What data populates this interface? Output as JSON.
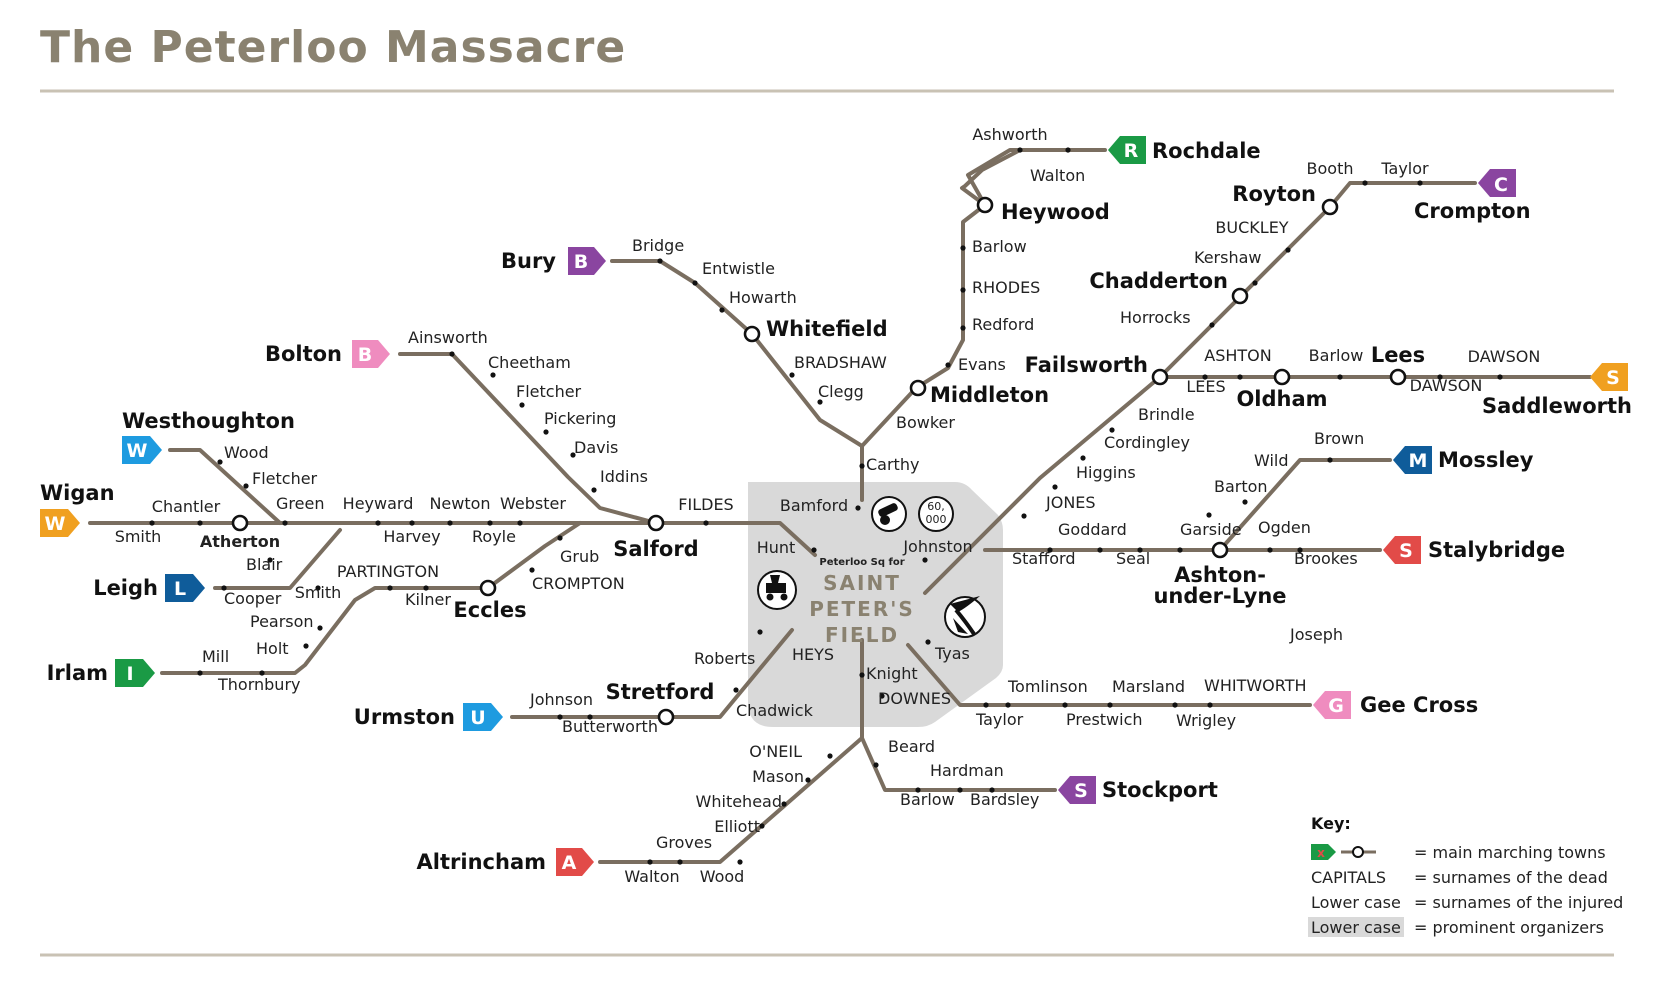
{
  "title": "The Peterloo Massacre",
  "colors": {
    "line": "#7a6e60",
    "rule": "#c9c2b4",
    "hub_area": "#d9d9d9",
    "hub_text": "#8a8270",
    "green": "#1a9a45",
    "purple": "#8a45a0",
    "pink": "#ef8cbf",
    "orange": "#f0a020",
    "light_blue": "#1e9be0",
    "navy": "#0f5c9a",
    "red": "#e24b48"
  },
  "hub": {
    "line1": "SAINT",
    "line2": "PETER'S",
    "line3": "FIELD",
    "subtitle": "Peterloo Sq for",
    "crowd_label": "60,\n000",
    "crowd_top": "60,",
    "crowd_bottom": "000",
    "icons": [
      "cannon-icon",
      "carriage-icon",
      "sabre-icon"
    ]
  },
  "towns": [
    {
      "id": "rochdale",
      "name": "Rochdale",
      "letter": "R",
      "color": "green"
    },
    {
      "id": "crompton",
      "name": "Crompton",
      "letter": "C",
      "color": "purple"
    },
    {
      "id": "bury",
      "name": "Bury",
      "letter": "B",
      "color": "purple"
    },
    {
      "id": "bolton",
      "name": "Bolton",
      "letter": "B",
      "color": "pink"
    },
    {
      "id": "westhoughton",
      "name": "Westhoughton",
      "letter": "W",
      "color": "light_blue"
    },
    {
      "id": "wigan",
      "name": "Wigan",
      "letter": "W",
      "color": "orange"
    },
    {
      "id": "leigh",
      "name": "Leigh",
      "letter": "L",
      "color": "navy"
    },
    {
      "id": "irlam",
      "name": "Irlam",
      "letter": "I",
      "color": "green"
    },
    {
      "id": "urmston",
      "name": "Urmston",
      "letter": "U",
      "color": "light_blue"
    },
    {
      "id": "altrincham",
      "name": "Altrincham",
      "letter": "A",
      "color": "red"
    },
    {
      "id": "stockport",
      "name": "Stockport",
      "letter": "S",
      "color": "purple"
    },
    {
      "id": "gee-cross",
      "name": "Gee Cross",
      "letter": "G",
      "color": "pink"
    },
    {
      "id": "stalybridge",
      "name": "Stalybridge",
      "letter": "S",
      "color": "red"
    },
    {
      "id": "mossley",
      "name": "Mossley",
      "letter": "M",
      "color": "navy"
    },
    {
      "id": "saddleworth",
      "name": "Saddleworth",
      "letter": "S",
      "color": "orange"
    }
  ],
  "interchanges": [
    "Heywood",
    "Royton",
    "Whitefield",
    "Chadderton",
    "Failsworth",
    "Oldham",
    "Lees",
    "Middleton",
    "Atherton",
    "Salford",
    "Eccles",
    "Stretford",
    "Ashton-under-Lyne"
  ],
  "interchange_ashton_line1": "Ashton-",
  "interchange_ashton_line2": "under-Lyne",
  "names": [
    "Ashworth",
    "Walton",
    "Booth",
    "Taylor",
    "Barlow",
    "RHODES",
    "Redford",
    "Evans",
    "BUCKLEY",
    "Kershaw",
    "Horrocks",
    "Bridge",
    "Entwistle",
    "Howarth",
    "BRADSHAW",
    "Clegg",
    "Bowker",
    "Carthy",
    "Ainsworth",
    "Cheetham",
    "Fletcher",
    "Pickering",
    "Davis",
    "Iddins",
    "Wood",
    "Fletcher",
    "Green",
    "Chantler",
    "Smith",
    "Heyward",
    "Newton",
    "Webster",
    "Harvey",
    "Royle",
    "FILDES",
    "Bamford",
    "Hunt",
    "Johnston",
    "Grub",
    "CROMPTON",
    "Blair",
    "Cooper",
    "Smith",
    "PARTINGTON",
    "Kilner",
    "Pearson",
    "Holt",
    "Mill",
    "Thornbury",
    "Roberts",
    "HEYS",
    "Chadwick",
    "Johnson",
    "Butterworth",
    "Knight",
    "DOWNES",
    "Tyas",
    "Tomlinson",
    "Taylor",
    "Marsland",
    "Prestwich",
    "WHITWORTH",
    "Wrigley",
    "Beard",
    "Hardman",
    "Barlow",
    "Bardsley",
    "O'NEIL",
    "Mason",
    "Whitehead",
    "Elliott",
    "Groves",
    "Walton",
    "Wood",
    "ASHTON",
    "LEES",
    "Barlow",
    "DAWSON",
    "DAWSON",
    "Brindle",
    "Cordingley",
    "Higgins",
    "JONES",
    "Goddard",
    "Garside",
    "Stafford",
    "Seal",
    "Ogden",
    "Brookes",
    "Wild",
    "Brown",
    "Barton",
    "Joseph"
  ],
  "key": {
    "heading": "Key:",
    "rows": [
      {
        "sample": "x",
        "label": "= main marching towns"
      },
      {
        "sample": "CAPITALS",
        "label": "= surnames of the dead"
      },
      {
        "sample": "Lower case",
        "label": "= surnames of the injured"
      },
      {
        "sample": "Lower case",
        "label": "= prominent organizers"
      }
    ]
  }
}
